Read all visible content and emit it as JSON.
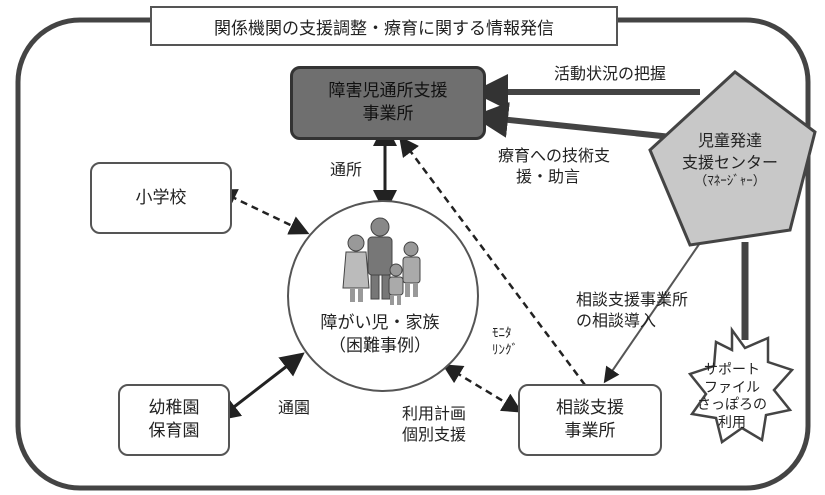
{
  "title": "関係機関の支援調整・療育に関する情報発信",
  "nodes": {
    "shogaiji": [
      "障害児通所支援",
      "事業所"
    ],
    "shogakko": "小学校",
    "yochien": [
      "幼稚園",
      "保育園"
    ],
    "sodan": [
      "相談支援",
      "事業所"
    ],
    "center_person": [
      "障がい児・家族",
      "（困難事例）"
    ],
    "hattatsu": [
      "児童発達",
      "支援センター",
      "（ﾏﾈｰｼﾞｬｰ）"
    ],
    "support_file": [
      "サポート",
      "ファイル",
      "さっぽろの",
      "利用"
    ]
  },
  "edges": {
    "katsudo": "活動状況の把握",
    "ryoiku": [
      "療育への技術支",
      "援・助言"
    ],
    "tsusho": "通所",
    "tsuen": "通園",
    "monitoring": [
      "ﾓﾆﾀ",
      "ﾘﾝｸﾞ"
    ],
    "riyou": [
      "利用計画",
      "個別支援"
    ],
    "sodan_donyu": [
      "相談支援事業所",
      "の相談導入"
    ]
  },
  "colors": {
    "dark_box": "#6f6f6f",
    "frame": "#555555",
    "pentagon": "#c8c8c8"
  }
}
